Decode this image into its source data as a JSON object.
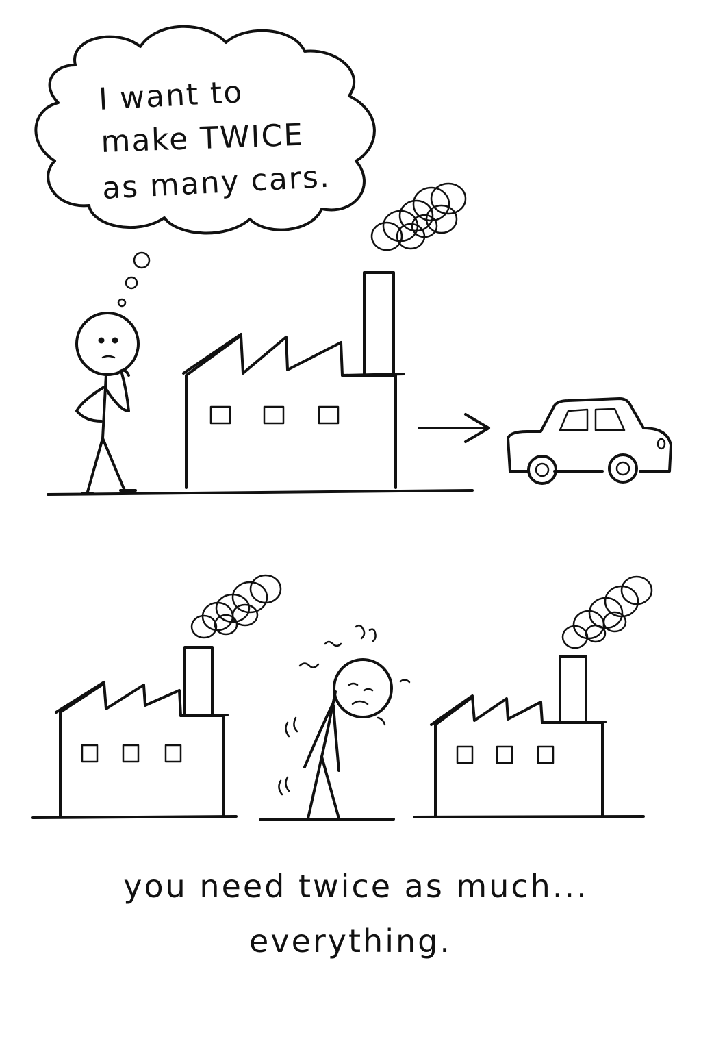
{
  "thought_bubble": {
    "line1": "I want to",
    "line2": "make TWICE",
    "line3": "as many cars."
  },
  "caption": {
    "line1": "you need twice as much...",
    "line2": "everything."
  },
  "icons": {
    "person_thinking": "stick-figure-thinking-icon",
    "person_tired": "stick-figure-tired-icon",
    "factory": "factory-icon",
    "car": "car-icon",
    "arrow": "arrow-right-icon",
    "smoke": "smoke-scribble-icon"
  },
  "colors": {
    "ink": "#111111",
    "paper": "#ffffff"
  }
}
